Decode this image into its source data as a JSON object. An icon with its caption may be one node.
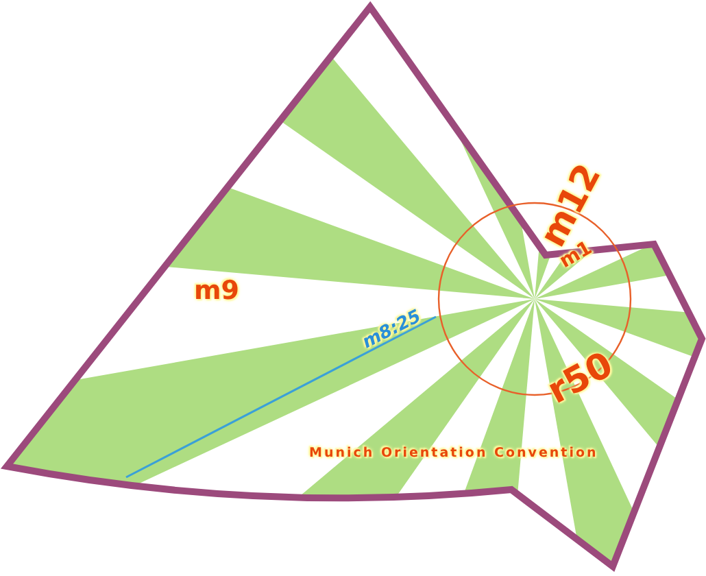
{
  "diagram": {
    "labels": [
      "m12",
      "m1",
      "m9",
      "m8:25",
      "r50",
      "Munich Orientation Convention"
    ]
  }
}
